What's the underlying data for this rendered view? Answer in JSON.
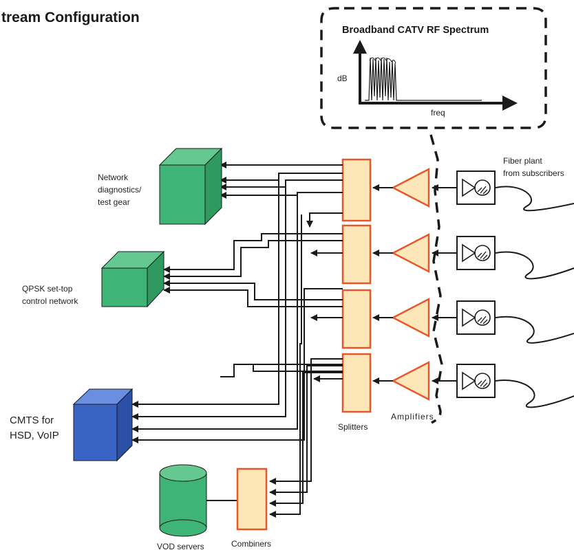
{
  "title": "tream Configuration",
  "spectrum": {
    "title": "Broadband CATV RF Spectrum",
    "ylabel": "dB",
    "xlabel": "freq"
  },
  "labels": {
    "fiber": [
      "Fiber plant",
      "from subscribers"
    ],
    "network_diag": [
      "Network",
      "diagnostics/",
      "test gear"
    ],
    "qpsk": [
      "QPSK set-top",
      "control network"
    ],
    "cmts": [
      "CMTS  for",
      "HSD, VoIP"
    ],
    "vod": "VOD servers",
    "combiners": "Combiners",
    "splitters": "Splitters",
    "amplifiers": "Amplifiers"
  },
  "colors": {
    "green": "#3fb477",
    "blue": "#3a63c6",
    "orange_stroke": "#e8572a",
    "orange_fill": "#fde6b8"
  }
}
